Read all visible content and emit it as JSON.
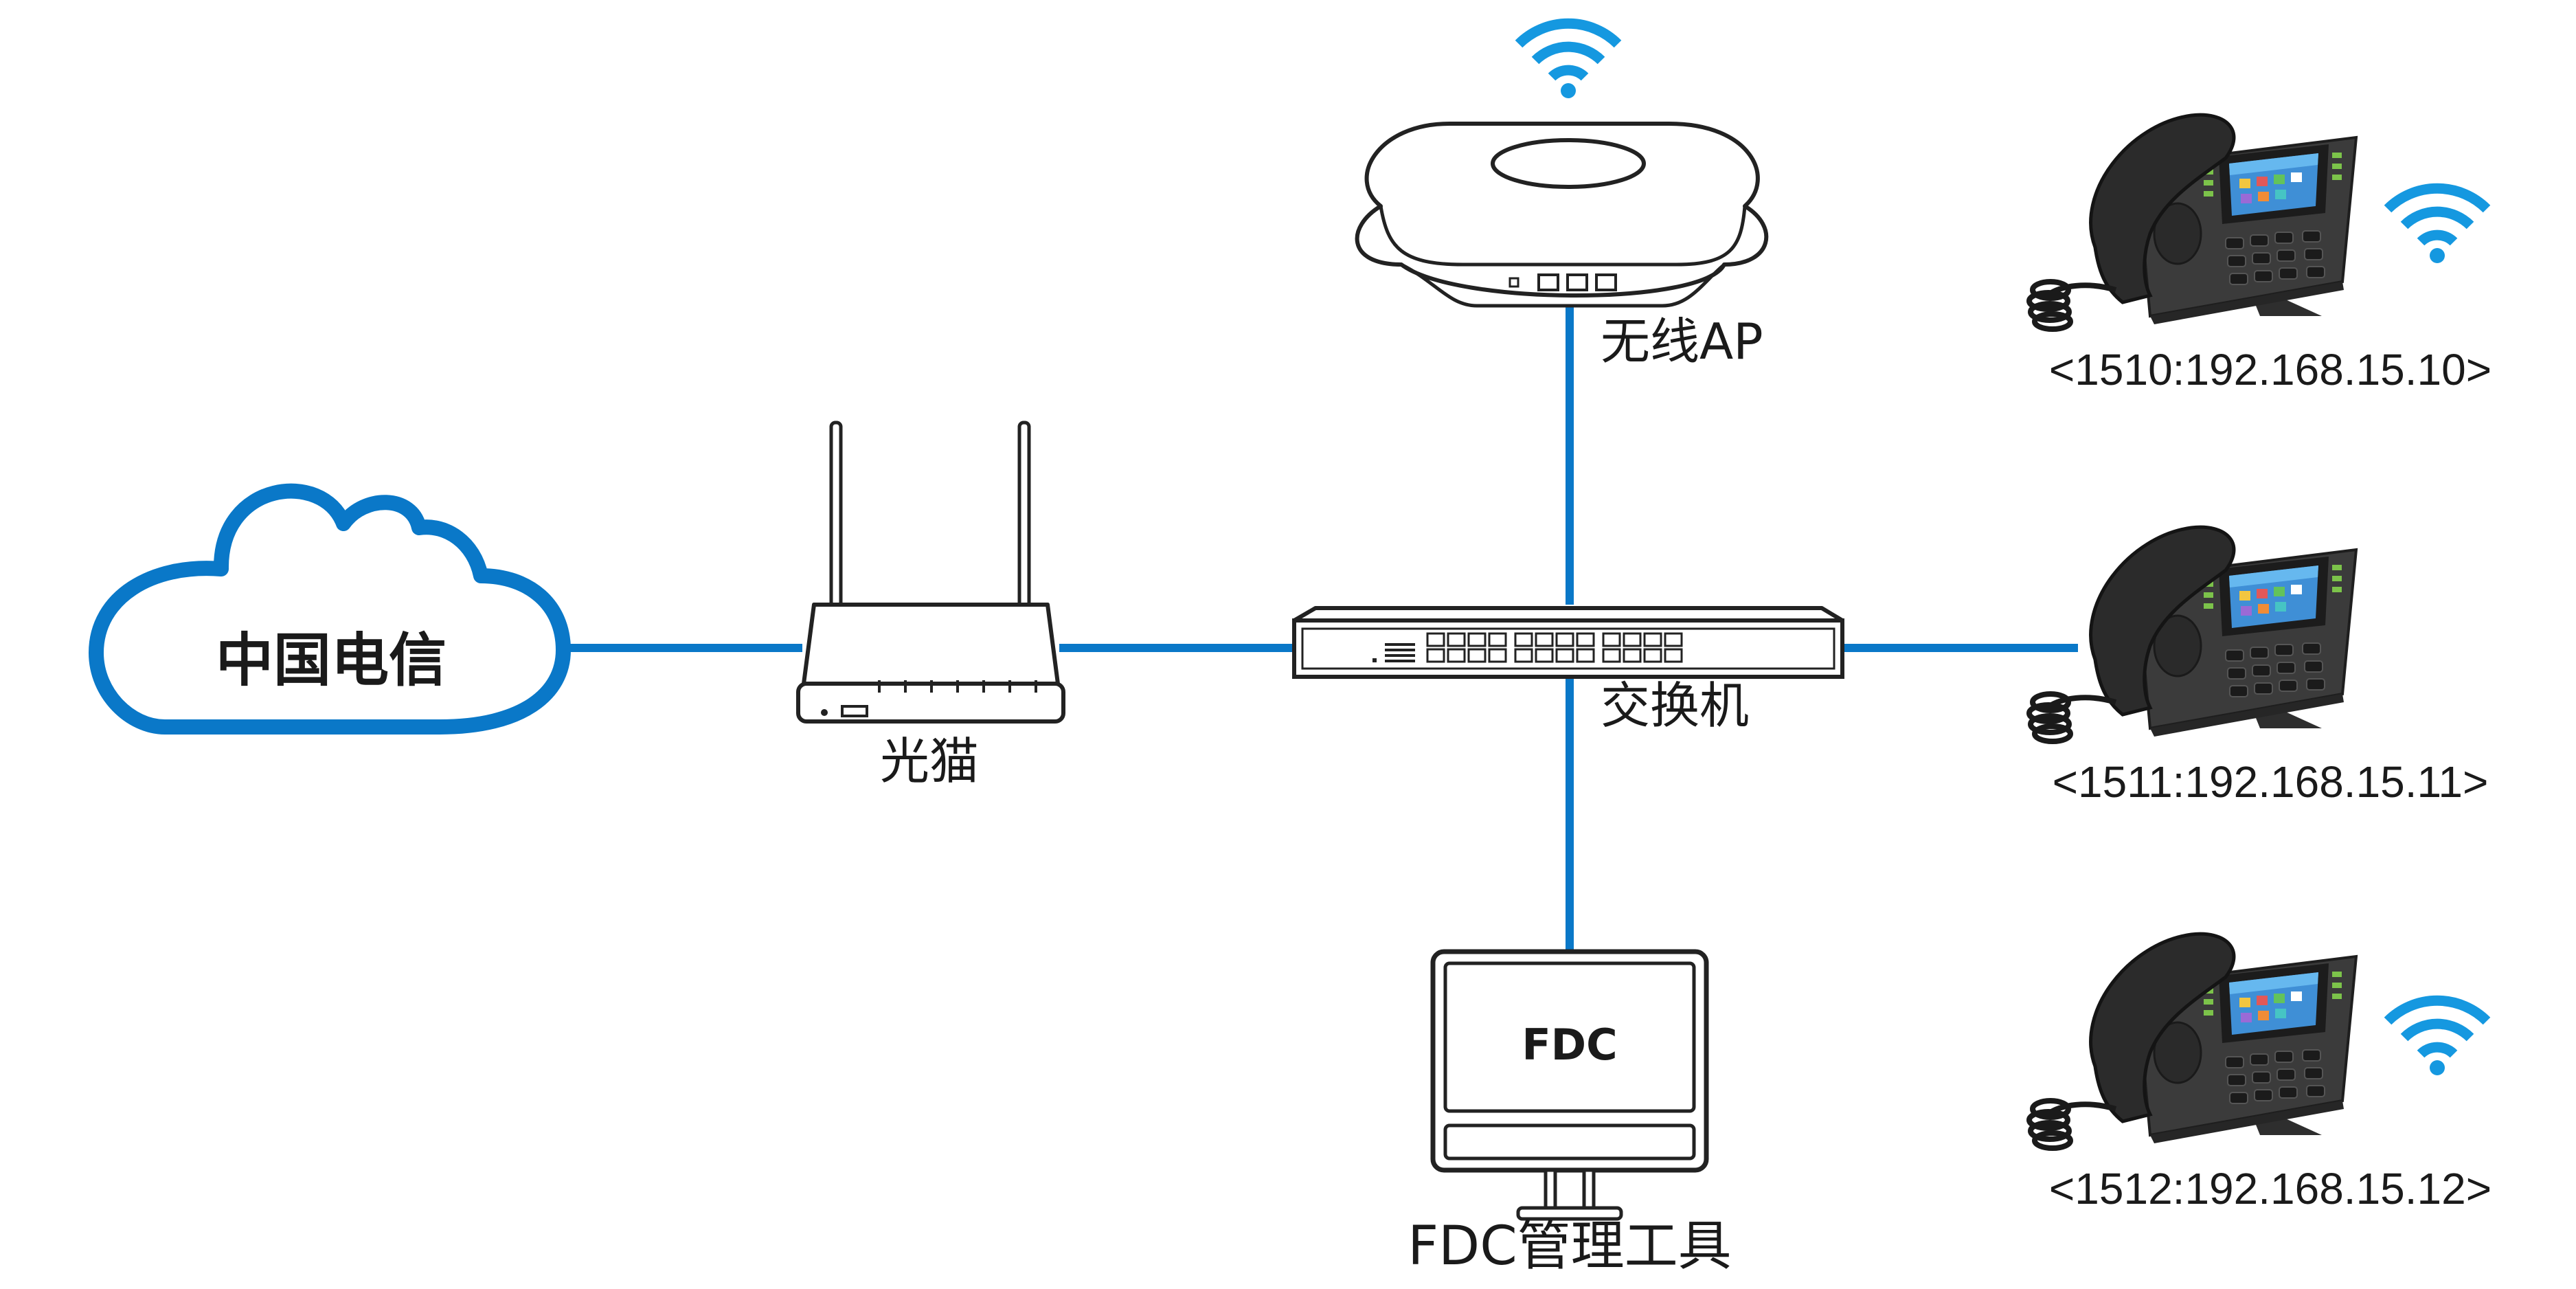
{
  "diagram": {
    "nodes": {
      "cloud": {
        "label": "中国电信"
      },
      "modem": {
        "label": "光猫"
      },
      "switch": {
        "label": "交换机"
      },
      "ap": {
        "label": "无线AP"
      },
      "pc": {
        "screen_text": "FDC",
        "label": "FDC管理工具"
      },
      "phone_1": {
        "label": "<1510:192.168.15.10>"
      },
      "phone_2": {
        "label": "<1511:192.168.15.11>"
      },
      "phone_3": {
        "label": "<1512:192.168.15.12>"
      }
    },
    "links": [
      {
        "from": "cloud",
        "to": "modem"
      },
      {
        "from": "modem",
        "to": "switch"
      },
      {
        "from": "switch",
        "to": "ap"
      },
      {
        "from": "switch",
        "to": "pc"
      },
      {
        "from": "switch",
        "to": "phone_2"
      }
    ],
    "colors": {
      "link": "#0a78c8",
      "cloud_outline": "#0a78c8",
      "wifi": "#1598e0",
      "phone_body": "#3a3a3a",
      "device_outline": "#222222"
    },
    "icons": {
      "cloud": "cloud-icon",
      "modem": "router-icon",
      "switch": "network-switch-icon",
      "ap": "wireless-access-point-icon",
      "pc": "monitor-icon",
      "phone": "ip-phone-icon",
      "wifi": "wifi-icon"
    }
  }
}
